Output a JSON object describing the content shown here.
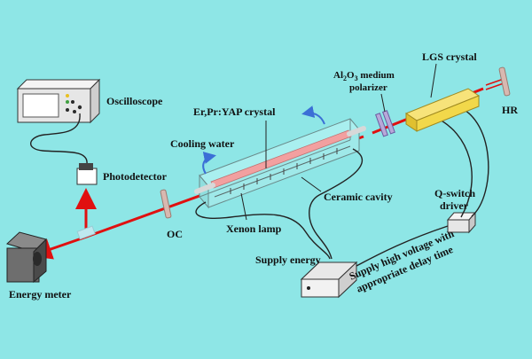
{
  "colors": {
    "background": "#8ee6e6",
    "laser": "#e01010",
    "crystal_rod": "#f2a0a0",
    "lgs_crystal": "#f2d84a",
    "mirror": "#d8b8b0",
    "device_body": "#ececec",
    "device_dark": "#2c2c2c",
    "arrow_blue": "#3b6fd6"
  },
  "labels": {
    "oscilloscope": "Oscilloscope",
    "photodetector": "Photodetector",
    "energy_meter": "Energy meter",
    "oc": "OC",
    "cooling_water": "Cooling water",
    "crystal": "Er,Pr:YAP crystal",
    "xenon_lamp": "Xenon lamp",
    "ceramic_cavity": "Ceramic cavity",
    "supply_energy": "Supply energy",
    "polarizer_prefix": "Al",
    "polarizer_sub1": "2",
    "polarizer_o": "O",
    "polarizer_sub2": "3",
    "polarizer_suffix": " medium",
    "polarizer_line2": "polarizer",
    "lgs_crystal": "LGS crystal",
    "hr": "HR",
    "qswitch_line1": "Q-switch",
    "qswitch_line2": "driver",
    "supply_hv_line1": "Supply high voltage with",
    "supply_hv_line2": "appropriate delay time"
  }
}
